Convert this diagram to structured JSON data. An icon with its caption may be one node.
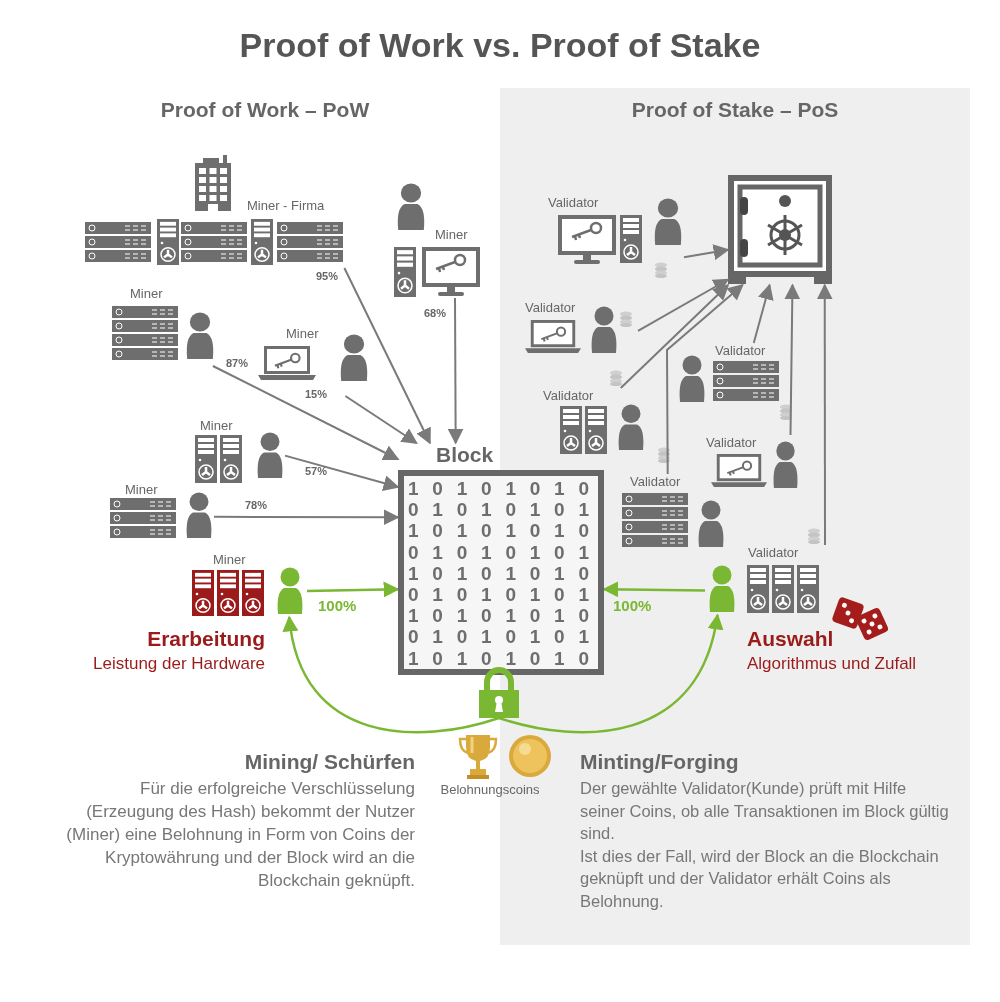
{
  "diagram": {
    "title": "Proof of Work vs. Proof of Stake",
    "nodes": [
      {
        "text": [
          "Proof of Stake – PoS"
        ]
      },
      {
        "text": [
          "Miner - Firma"
        ]
      },
      {
        "text": [
          "Miner"
        ]
      },
      {
        "text": [
          "Miner"
        ]
      },
      {
        "text": [
          "Miner"
        ]
      },
      {
        "text": [
          "Miner"
        ]
      },
      {
        "text": [
          "Miner"
        ]
      },
      {
        "text": [
          "Miner"
        ],
        "beside": [
          "Erarbeitung",
          "Leistung der Hardware"
        ]
      },
      {
        "text": [
          "Block",
          "1 0 1 0 1 0 1 0",
          "0 1 0 1 0 1 0 1",
          "1 0 1 0 1 0 1 0",
          "0 1 0 1 0 1 0 1",
          "1 0 1 0 1 0 1 0",
          "0 1 0 1 0 1 0 1",
          "1 0 1 0 1 0 1 0",
          "0 1 0 1 0 1 0 1",
          "1 0 1 0 1 0 1 0"
        ]
      },
      {
        "text": [],
        "shape": "padlock"
      },
      {
        "text": [],
        "shape": "safe",
        "in": 0
      },
      {
        "text": [
          "Validator"
        ],
        "in": 0
      },
      {
        "text": [
          "Validator"
        ],
        "in": 0
      },
      {
        "text": [
          "Validator"
        ],
        "in": 0
      },
      {
        "text": [
          "Validator"
        ],
        "in": 0
      },
      {
        "text": [
          "Validator"
        ],
        "in": 0
      },
      {
        "text": [
          "Validator"
        ],
        "in": 0
      },
      {
        "text": [
          "Validator"
        ],
        "in": 0,
        "beside": [
          "Auswahl",
          "Algorithmus und Zufall"
        ]
      }
    ],
    "edges": [
      {
        "from": 1,
        "to": 8,
        "arrow": "to",
        "label": "95%"
      },
      {
        "from": 2,
        "to": 8,
        "arrow": "to",
        "label": "68%"
      },
      {
        "from": 3,
        "to": 8,
        "arrow": "to",
        "label": "87%"
      },
      {
        "from": 4,
        "to": 8,
        "arrow": "to",
        "label": "15%"
      },
      {
        "from": 5,
        "to": 8,
        "arrow": "to",
        "label": "57%"
      },
      {
        "from": 6,
        "to": 8,
        "arrow": "to",
        "label": "78%"
      },
      {
        "from": 7,
        "to": 8,
        "arrow": "to",
        "label": "100%",
        "color": "#7ab733"
      },
      {
        "from": 11,
        "to": 10,
        "arrow": "to"
      },
      {
        "from": 12,
        "to": 10,
        "arrow": "to"
      },
      {
        "from": 13,
        "to": 10,
        "arrow": "to"
      },
      {
        "from": 16,
        "to": 10,
        "arrow": "to"
      },
      {
        "from": 14,
        "to": 10,
        "arrow": "to"
      },
      {
        "from": 15,
        "to": 10,
        "arrow": "to"
      },
      {
        "from": 17,
        "to": 10,
        "arrow": "to"
      },
      {
        "from": 17,
        "to": 8,
        "arrow": "to",
        "label": "100%",
        "color": "#7ab733"
      },
      {
        "from": 9,
        "to": 7,
        "arrow": "to",
        "color": "#7ab733"
      },
      {
        "from": 9,
        "to": 17,
        "arrow": "to",
        "color": "#7ab733"
      }
    ],
    "labels": [
      "Proof of Work – PoW",
      "Mining/ Schürfen",
      "Belohnungscoins",
      "Für die erfolgreiche Verschlüsselung (Erzeugung des Hash) bekommt der Nutzer (Miner) eine Belohnung in Form von Coins der Kryptowährung und der Block wird an die Blockchain geknüpft.",
      "Minting/Forging",
      "Der gewählte Validator(Kunde) prüft mit Hilfe seiner Coins, ob alle Transaktionen im Block gültig sind.",
      "Ist dies der Fall, wird der Block an die Blockchain geknüpft und der Validator erhält Coins als Belohnung."
    ]
  }
}
